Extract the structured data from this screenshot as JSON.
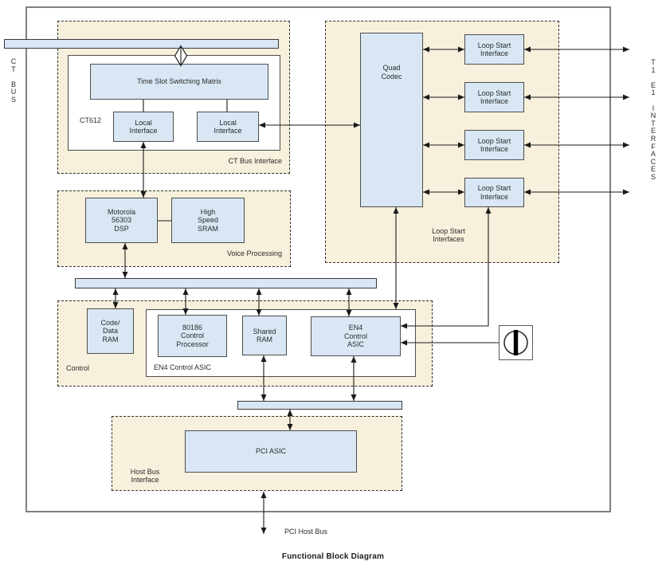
{
  "title": "Functional Block Diagram",
  "side_labels": {
    "ct_bus": "C\nT\n\nB\nU\nS",
    "t1_e1_interfaces": "T\n1\n\nE\n1\n\nI\nN\nT\nE\nR\nF\nA\nC\nE\nS",
    "pci_host_bus": "PCI Host Bus"
  },
  "regions": {
    "ct_bus_interface": {
      "label": "CT Bus Interface"
    },
    "voice_processing": {
      "label": "Voice Processing"
    },
    "control": {
      "label": "Control"
    },
    "loop_start_interfaces": {
      "label": "Loop Start\nInterfaces"
    },
    "host_bus_interface": {
      "label": "Host Bus\nInterface"
    },
    "en4_group": {
      "label": "EN4 Control ASIC"
    },
    "ct612_group": {
      "label": "CT612"
    }
  },
  "blocks": {
    "time_slot_switching_matrix": "Time Slot Switching Matrix",
    "local_interface_1": "Local\nInterface",
    "local_interface_2": "Local\nInterface",
    "motorola_dsp": "Motorola\n56303\nDSP",
    "high_speed_sram": "High\nSpeed\nSRAM",
    "code_data_ram": "Code/\nData\nRAM",
    "control_processor": "80186\nControl\nProcessor",
    "shared_ram": "Shared\nRAM",
    "en4_control_asic": "EN4\nControl\nASIC",
    "quad_codec": "Quad\nCodec",
    "loop_start_interface_1": "Loop Start\nInterface",
    "loop_start_interface_2": "Loop Start\nInterface",
    "loop_start_interface_3": "Loop Start\nInterface",
    "loop_start_interface_4": "Loop Start\nInterface",
    "pci_asic": "PCI ASIC"
  },
  "icons": {
    "clock_oscillator": "clock-oscillator-icon",
    "bus_tap_diamond": "bus-tap-diamond-icon"
  },
  "colors": {
    "block_fill": "#d9e7f5",
    "region_fill": "#f7f0dc",
    "block_border": "#4d4d4d",
    "outer_border": "#7f7f7f",
    "wire": "#1a1a1a",
    "text": "#2b2b2b"
  }
}
